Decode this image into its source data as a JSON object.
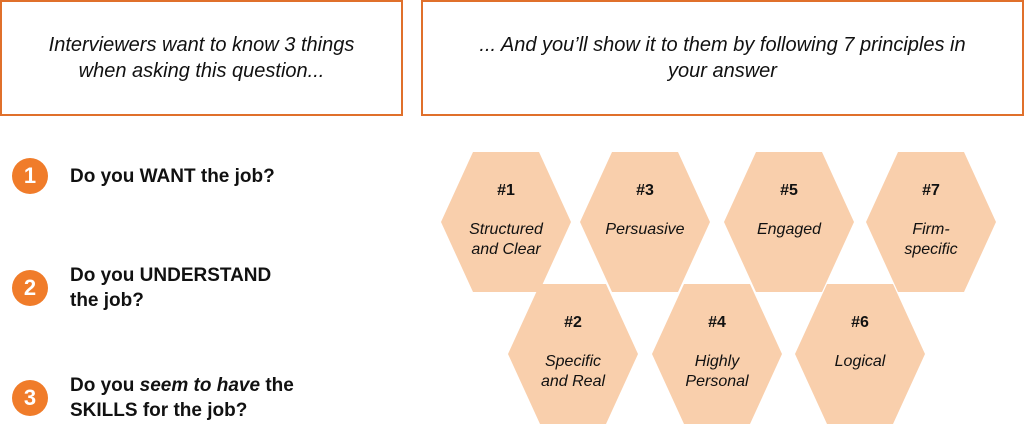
{
  "header": {
    "left": "Interviewers want to know 3 things when asking this question...",
    "right": "... And you’ll show it to them by following 7 principles in your answer"
  },
  "questions": [
    {
      "num": "1",
      "text": "Do you WANT the job?"
    },
    {
      "num": "2",
      "text_line1": "Do you UNDERSTAND",
      "text_line2": "the job?"
    },
    {
      "num": "3",
      "text_pre": "Do you ",
      "text_em": "seem to have",
      "text_post": " the",
      "text_line2": "SKILLS for the job?"
    }
  ],
  "principles": {
    "p1": {
      "num": "#1",
      "line1": "Structured",
      "line2": "and Clear"
    },
    "p2": {
      "num": "#2",
      "line1": "Specific",
      "line2": "and Real"
    },
    "p3": {
      "num": "#3",
      "line1": "Persuasive",
      "line2": ""
    },
    "p4": {
      "num": "#4",
      "line1": "Highly",
      "line2": "Personal"
    },
    "p5": {
      "num": "#5",
      "line1": "Engaged",
      "line2": ""
    },
    "p6": {
      "num": "#6",
      "line1": "Logical",
      "line2": ""
    },
    "p7": {
      "num": "#7",
      "line1": "Firm-",
      "line2": "specific"
    }
  },
  "colors": {
    "accent": "#e0702b",
    "badge": "#f07c2a",
    "hex_fill": "#f9cfac"
  }
}
